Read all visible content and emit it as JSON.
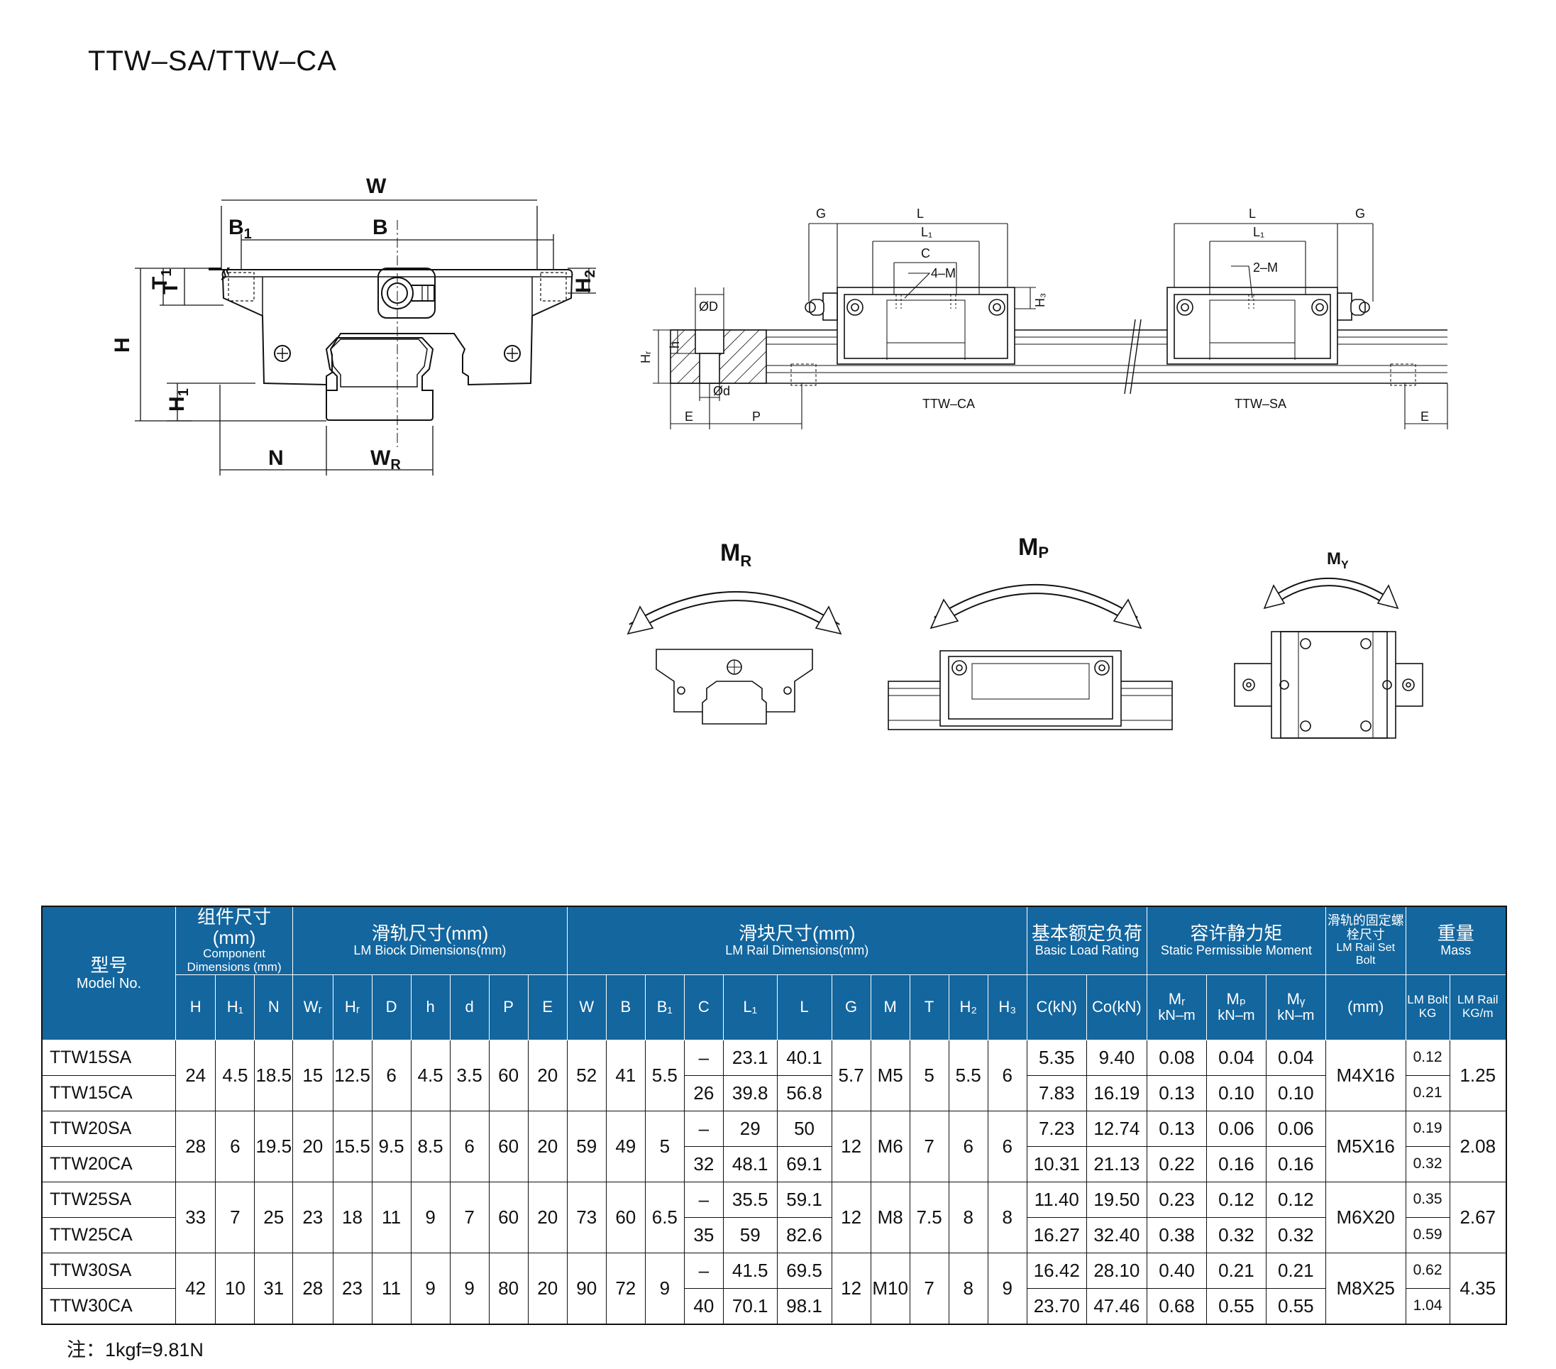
{
  "title": "TTW–SA/TTW–CA",
  "cross_section_labels": {
    "W": "W",
    "B": "B",
    "B1": "B",
    "H": "H",
    "H1": "H",
    "H2": "H",
    "T": "T",
    "T1": "T",
    "N": "N",
    "WR": "W",
    "sub1": "1",
    "sub2": "2",
    "subR": "R"
  },
  "side_view_labels": {
    "G": "G",
    "L": "L",
    "L1": "L₁",
    "C": "C",
    "M4": "4–M",
    "M2": "2–M",
    "H3": "H₃",
    "D": "ØD",
    "d": "Ød",
    "h": "h",
    "HR": "Hᵣ",
    "E": "E",
    "P": "P",
    "ca": "TTW–CA",
    "sa": "TTW–SA"
  },
  "moment_labels": {
    "MR": "M",
    "MR_sub": "R",
    "MP": "M",
    "MP_sub": "P",
    "MY": "M",
    "MY_sub": "Y"
  },
  "table": {
    "model_cn": "型号",
    "model_en": "Model No.",
    "group_component_cn": "组件尺寸(mm)",
    "group_component_en": "Component Dimensions (mm)",
    "group_rail_cn": "滑轨尺寸(mm)",
    "group_rail_en": "LM Biock Dimensions(mm)",
    "group_block_cn": "滑块尺寸(mm)",
    "group_block_en": "LM Rail Dimensions(mm)",
    "group_load_cn": "基本额定负荷",
    "group_load_en": "Basic Load Rating",
    "group_moment_cn": "容许静力矩",
    "group_moment_en": "Static Permissible Moment",
    "group_bolt_cn": "滑轨的固定螺栓尺寸",
    "group_bolt_en": "LM Rail Set Bolt",
    "group_mass_cn": "重量",
    "group_mass_en": "Mass",
    "col_H": "H",
    "col_H1": "H₁",
    "col_N": "N",
    "col_WR": "Wᵣ",
    "col_HR": "Hᵣ",
    "col_D": "D",
    "col_h": "h",
    "col_d": "d",
    "col_P": "P",
    "col_E": "E",
    "col_W": "W",
    "col_B": "B",
    "col_B1": "B₁",
    "col_C": "C",
    "col_L1": "L₁",
    "col_L": "L",
    "col_G": "G",
    "col_M": "M",
    "col_T": "T",
    "col_H2": "H₂",
    "col_H3": "H₃",
    "col_Ck": "C(kN)",
    "col_Cok": "Co(kN)",
    "col_MR": "Mᵣ",
    "col_MP": "Mₚ",
    "col_MY": "Mᵧ",
    "col_mom_unit": "kN–m",
    "col_bolt_mm": "(mm)",
    "col_lm_bolt": "LM Bolt",
    "col_kg": "KG",
    "col_lm_rail": "LM Rail",
    "col_kgm": "KG/m",
    "groups": [
      {
        "H": "24",
        "H1": "4.5",
        "N": "18.5",
        "WR": "15",
        "HR": "12.5",
        "D": "6",
        "h": "4.5",
        "d": "3.5",
        "P": "60",
        "E": "20",
        "W": "52",
        "B": "41",
        "B1": "5.5",
        "G": "5.7",
        "M": "M5",
        "T": "5",
        "H2": "5.5",
        "H3": "6",
        "bolt": "M4X16",
        "rail_kg": "1.25",
        "rows": [
          {
            "model": "TTW15SA",
            "C": "–",
            "L1": "23.1",
            "L": "40.1",
            "Ck": "5.35",
            "Cok": "9.40",
            "MR": "0.08",
            "MP": "0.04",
            "MY": "0.04",
            "kg": "0.12"
          },
          {
            "model": "TTW15CA",
            "C": "26",
            "L1": "39.8",
            "L": "56.8",
            "Ck": "7.83",
            "Cok": "16.19",
            "MR": "0.13",
            "MP": "0.10",
            "MY": "0.10",
            "kg": "0.21"
          }
        ]
      },
      {
        "H": "28",
        "H1": "6",
        "N": "19.5",
        "WR": "20",
        "HR": "15.5",
        "D": "9.5",
        "h": "8.5",
        "d": "6",
        "P": "60",
        "E": "20",
        "W": "59",
        "B": "49",
        "B1": "5",
        "G": "12",
        "M": "M6",
        "T": "7",
        "H2": "6",
        "H3": "6",
        "bolt": "M5X16",
        "rail_kg": "2.08",
        "rows": [
          {
            "model": "TTW20SA",
            "C": "–",
            "L1": "29",
            "L": "50",
            "Ck": "7.23",
            "Cok": "12.74",
            "MR": "0.13",
            "MP": "0.06",
            "MY": "0.06",
            "kg": "0.19"
          },
          {
            "model": "TTW20CA",
            "C": "32",
            "L1": "48.1",
            "L": "69.1",
            "Ck": "10.31",
            "Cok": "21.13",
            "MR": "0.22",
            "MP": "0.16",
            "MY": "0.16",
            "kg": "0.32"
          }
        ]
      },
      {
        "H": "33",
        "H1": "7",
        "N": "25",
        "WR": "23",
        "HR": "18",
        "D": "11",
        "h": "9",
        "d": "7",
        "P": "60",
        "E": "20",
        "W": "73",
        "B": "60",
        "B1": "6.5",
        "G": "12",
        "M": "M8",
        "T": "7.5",
        "H2": "8",
        "H3": "8",
        "bolt": "M6X20",
        "rail_kg": "2.67",
        "rows": [
          {
            "model": "TTW25SA",
            "C": "–",
            "L1": "35.5",
            "L": "59.1",
            "Ck": "11.40",
            "Cok": "19.50",
            "MR": "0.23",
            "MP": "0.12",
            "MY": "0.12",
            "kg": "0.35"
          },
          {
            "model": "TTW25CA",
            "C": "35",
            "L1": "59",
            "L": "82.6",
            "Ck": "16.27",
            "Cok": "32.40",
            "MR": "0.38",
            "MP": "0.32",
            "MY": "0.32",
            "kg": "0.59"
          }
        ]
      },
      {
        "H": "42",
        "H1": "10",
        "N": "31",
        "WR": "28",
        "HR": "23",
        "D": "11",
        "h": "9",
        "d": "9",
        "P": "80",
        "E": "20",
        "W": "90",
        "B": "72",
        "B1": "9",
        "G": "12",
        "M": "M10",
        "T": "7",
        "H2": "8",
        "H3": "9",
        "bolt": "M8X25",
        "rail_kg": "4.35",
        "rows": [
          {
            "model": "TTW30SA",
            "C": "–",
            "L1": "41.5",
            "L": "69.5",
            "Ck": "16.42",
            "Cok": "28.10",
            "MR": "0.40",
            "MP": "0.21",
            "MY": "0.21",
            "kg": "0.62"
          },
          {
            "model": "TTW30CA",
            "C": "40",
            "L1": "70.1",
            "L": "98.1",
            "Ck": "23.70",
            "Cok": "47.46",
            "MR": "0.68",
            "MP": "0.55",
            "MY": "0.55",
            "kg": "1.04"
          }
        ]
      }
    ]
  },
  "note": "注：1kgf=9.81N"
}
